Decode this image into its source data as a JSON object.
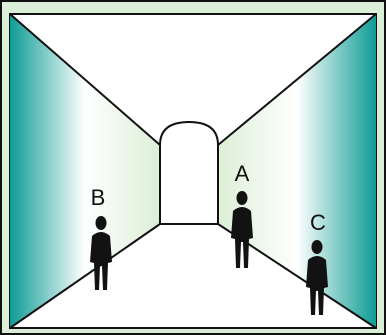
{
  "labels": {
    "a": "A",
    "b": "B",
    "c": "C"
  },
  "colors": {
    "background": "#ffffff",
    "frame_fill": "#dbefd8",
    "wall_teal": "#0e9c95",
    "wall_green": "#dcefd6",
    "stroke": "#111111",
    "figure": "#121212"
  }
}
